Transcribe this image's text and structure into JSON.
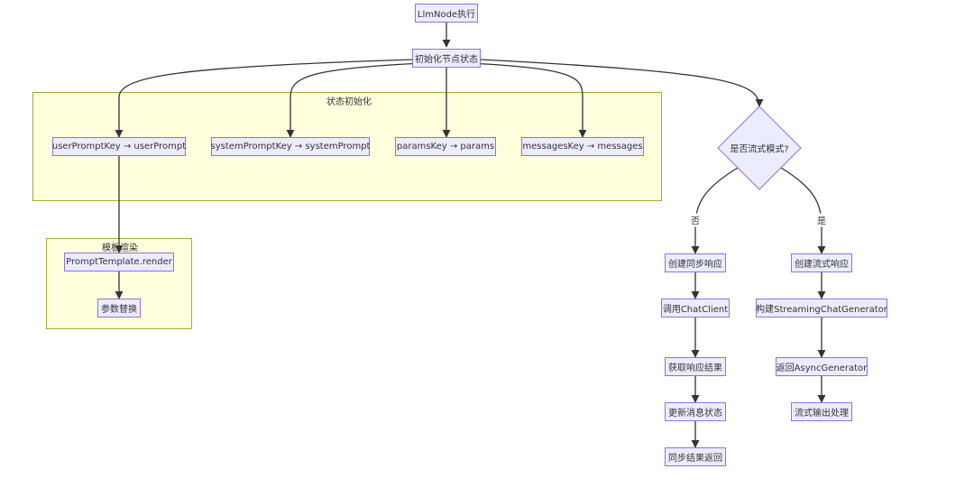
{
  "nodes": {
    "llm_node_exec": "LlmNode执行",
    "init_node_state": "初始化节点状态",
    "user_prompt_key": "userPromptKey → userPrompt",
    "system_prompt_key": "systemPromptKey → systemPrompt",
    "params_key": "paramsKey → params",
    "messages_key": "messagesKey → messages",
    "prompt_template_render": "PromptTemplate.render",
    "param_replace": "参数替换",
    "is_streaming": "是否流式模式?",
    "create_sync_response": "创建同步响应",
    "call_chat_client": "调用ChatClient",
    "get_response_result": "获取响应结果",
    "update_message_state": "更新消息状态",
    "sync_result_return": "同步结果返回",
    "create_stream_response": "创建流式响应",
    "build_streaming_generator": "构建StreamingChatGenerator",
    "return_async_generator": "返回AsyncGenerator",
    "stream_output_handle": "流式输出处理"
  },
  "clusters": {
    "state_init": "状态初始化",
    "template_render": "模板渲染"
  },
  "edge_labels": {
    "no": "否",
    "yes": "是"
  },
  "colors": {
    "node_fill": "#ececff",
    "node_stroke": "#9370db",
    "cluster_fill": "#ffffde",
    "cluster_stroke": "#aaaa33",
    "edge": "#333333"
  }
}
